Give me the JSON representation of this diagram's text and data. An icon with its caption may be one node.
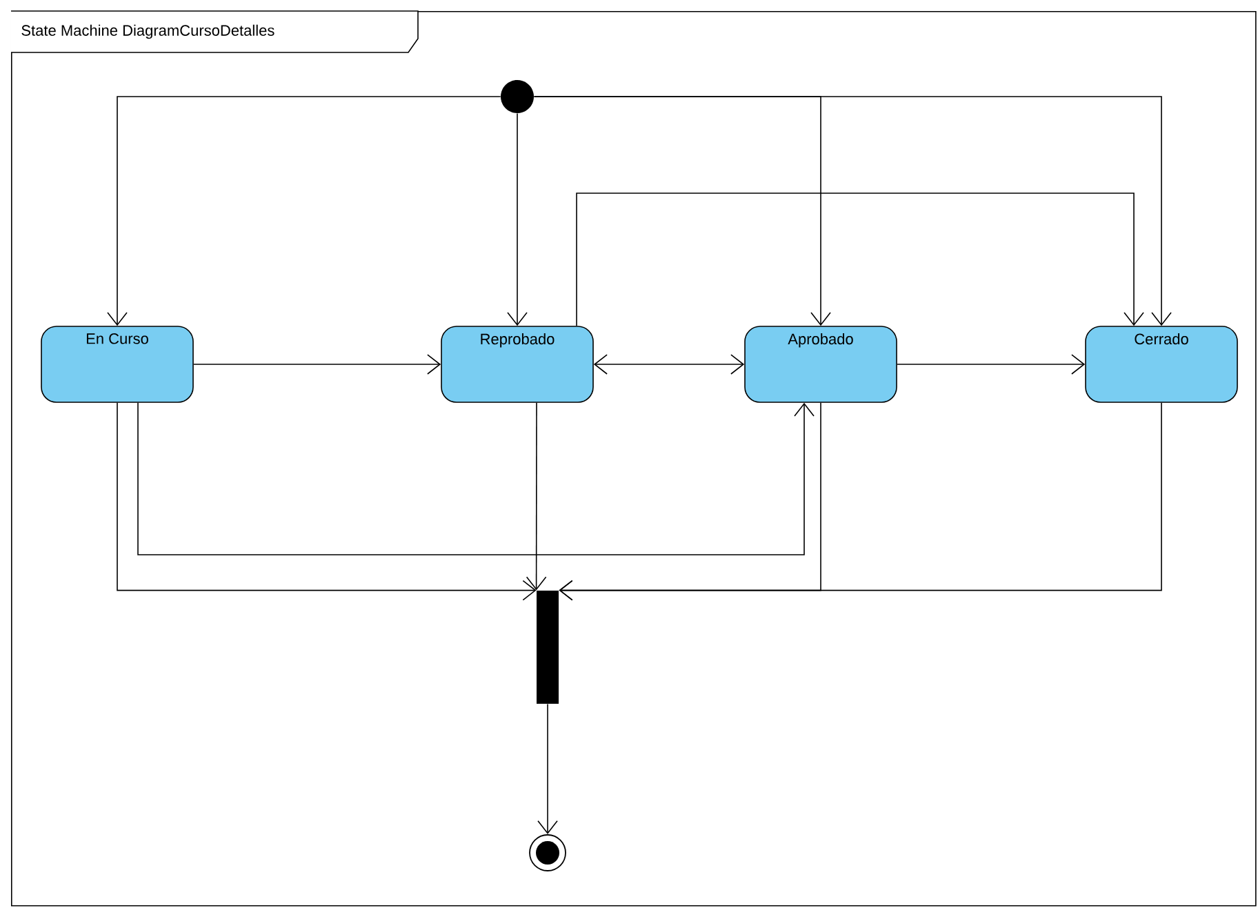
{
  "diagram": {
    "nodes": [
      {
        "text": [
          "State Machine DiagramCursoDetalles"
        ]
      },
      {
        "text": [],
        "shape": "circle",
        "in": 0
      },
      {
        "text": [
          "En Curso"
        ],
        "in": 0
      },
      {
        "text": [
          "Reprobado"
        ],
        "in": 0
      },
      {
        "text": [
          "Aprobado"
        ],
        "in": 0
      },
      {
        "text": [
          "Cerrado"
        ],
        "in": 0
      },
      {
        "text": [],
        "shape": "bar",
        "in": 0
      },
      {
        "text": [],
        "shape": "circle",
        "in": 0
      }
    ],
    "edges": [
      {
        "from": 1,
        "to": 2,
        "arrow": "to"
      },
      {
        "from": 1,
        "to": 3,
        "arrow": "to"
      },
      {
        "from": 1,
        "to": 4,
        "arrow": "to"
      },
      {
        "from": 1,
        "to": 5,
        "arrow": "to"
      },
      {
        "from": 3,
        "to": 5,
        "arrow": "to"
      },
      {
        "from": 2,
        "to": 3,
        "arrow": "to"
      },
      {
        "from": 3,
        "to": 4,
        "arrow": "both"
      },
      {
        "from": 4,
        "to": 5,
        "arrow": "to"
      },
      {
        "from": 2,
        "to": 4,
        "arrow": "to"
      },
      {
        "from": 2,
        "to": 6,
        "arrow": "to"
      },
      {
        "from": 3,
        "to": 6,
        "arrow": "to"
      },
      {
        "from": 4,
        "to": 6,
        "arrow": "to"
      },
      {
        "from": 5,
        "to": 6,
        "arrow": "to"
      },
      {
        "from": 6,
        "to": 7,
        "arrow": "to"
      }
    ]
  }
}
